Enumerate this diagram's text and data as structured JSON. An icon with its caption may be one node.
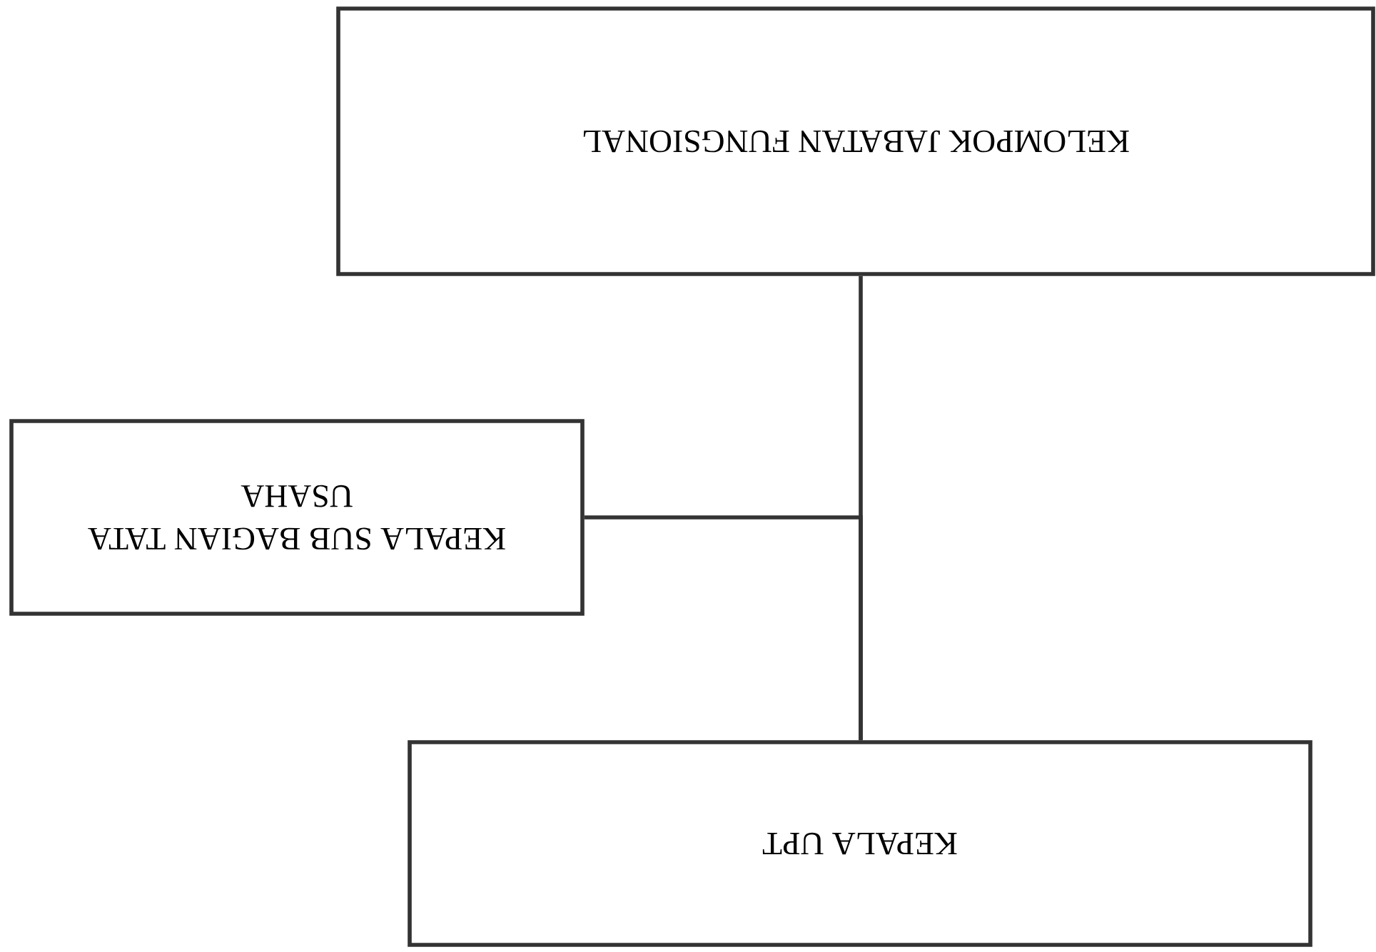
{
  "diagram": {
    "nodes": [
      {
        "text": [
          "KELOMPOK JABATAN FUNGSIONAL"
        ]
      },
      {
        "text": [
          "KEPALA SUB BAGIAN TATA USAHA"
        ]
      },
      {
        "text": [
          "KEPALA UPT"
        ]
      }
    ],
    "edges": [
      {
        "from": 2,
        "to": 0,
        "arrow": "none"
      },
      {
        "from": 2,
        "to": 1,
        "arrow": "none"
      }
    ]
  }
}
